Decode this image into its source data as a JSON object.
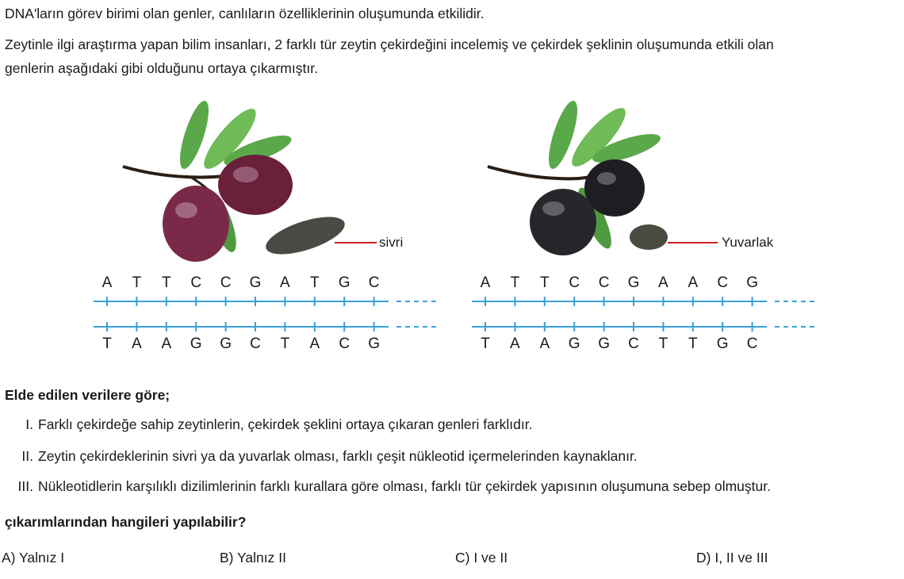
{
  "intro_line_1": "DNA'ların görev birimi olan genler, canlıların özelliklerinin oluşumunda etkilidir.",
  "intro_line_2": "Zeytinle ilgi araştırma yapan bilim insanları, 2 farklı tür zeytin çekirdeğini incelemiş ve çekirdek şeklinin oluşumunda etkili olan",
  "intro_line_3": "genlerin aşağıdaki gibi olduğunu ortaya çıkarmıştır.",
  "left_olive": {
    "seed_label": "sivri",
    "top_strand": [
      "A",
      "T",
      "T",
      "C",
      "C",
      "G",
      "A",
      "T",
      "G",
      "C"
    ],
    "bottom_strand": [
      "T",
      "A",
      "A",
      "G",
      "G",
      "C",
      "T",
      "A",
      "C",
      "G"
    ],
    "olive_color": "#6a1f3a"
  },
  "right_olive": {
    "seed_label": "Yuvarlak",
    "top_strand": [
      "A",
      "T",
      "T",
      "C",
      "C",
      "G",
      "A",
      "A",
      "C",
      "G"
    ],
    "bottom_strand": [
      "T",
      "A",
      "A",
      "G",
      "G",
      "C",
      "T",
      "T",
      "G",
      "C"
    ],
    "olive_color": "#1e1e22"
  },
  "question_lead": "Elde edilen verilere göre;",
  "statements": [
    {
      "num": "I.",
      "text": "Farklı çekirdeğe sahip zeytinlerin, çekirdek şeklini ortaya çıkaran genleri farklıdır."
    },
    {
      "num": "II.",
      "text": "Zeytin çekirdeklerinin sivri ya da yuvarlak olması, farklı çeşit nükleotid içermelerinden kaynaklanır."
    },
    {
      "num": "III.",
      "text": "Nükleotidlerin karşılıklı dizilimlerinin farklı kurallara göre olması, farklı tür çekirdek yapısının oluşumuna sebep olmuştur."
    }
  ],
  "question_end": "çıkarımlarından hangileri yapılabilir?",
  "options": {
    "a": "A) Yalnız I",
    "b": "B) Yalnız II",
    "c": "C) I ve II",
    "d": "D) I, II ve III"
  },
  "colors": {
    "strand_line": "#3aa0d8",
    "pointer_line": "#cc1f1f",
    "leaf": "#5aa84a"
  }
}
